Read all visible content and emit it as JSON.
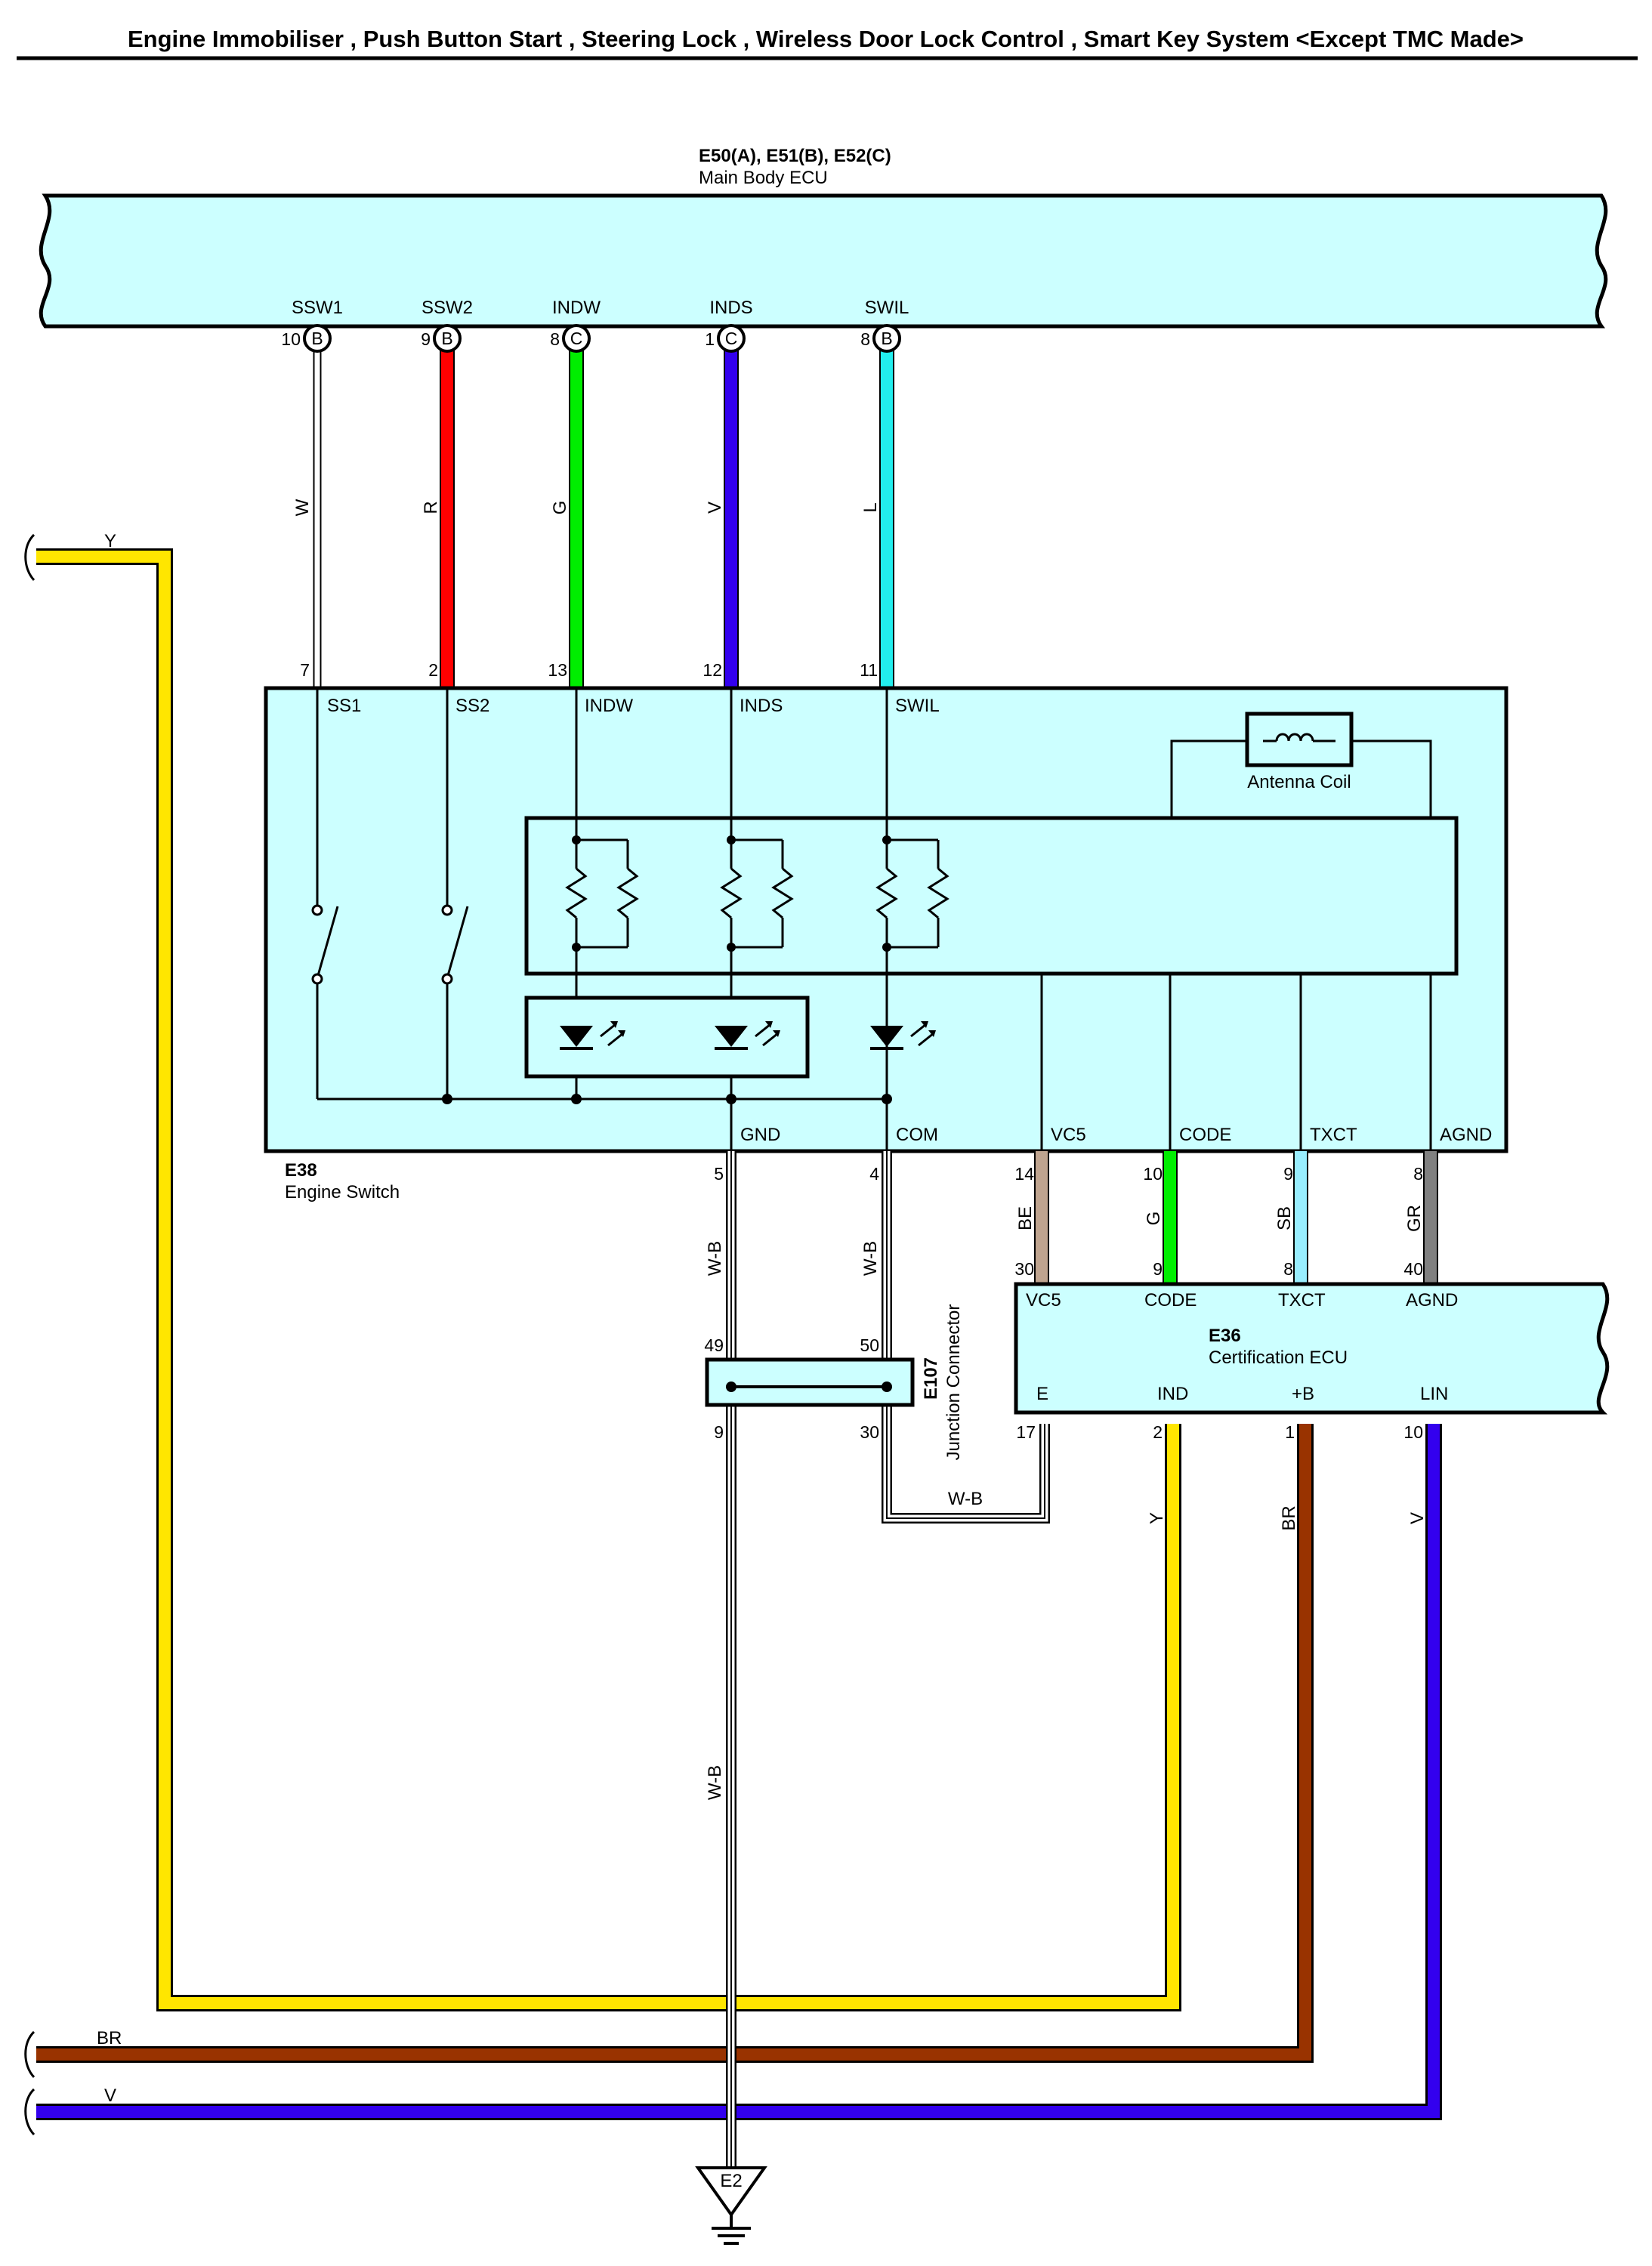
{
  "title": "Engine Immobiliser , Push Button Start , Steering Lock , Wireless Door Lock Control , Smart Key System <Except TMC Made>",
  "colors": {
    "component_fill": "#ccffff",
    "W": "#ffffff",
    "R": "#ff0000",
    "G": "#00ee00",
    "V": "#3300ee",
    "L": "#22eeee",
    "Y": "#ffe600",
    "BR": "#993300",
    "BE": "#bfa48f",
    "SB": "#99eeff",
    "GR": "#808080",
    "W-B": "#ffffff"
  },
  "main_body_ecu": {
    "connectors": "E50(A), E51(B), E52(C)",
    "name": "Main Body ECU",
    "pins": [
      {
        "name": "SSW1",
        "number": "10",
        "connector": "B",
        "wire": "W"
      },
      {
        "name": "SSW2",
        "number": "9",
        "connector": "B",
        "wire": "R"
      },
      {
        "name": "INDW",
        "number": "8",
        "connector": "C",
        "wire": "G"
      },
      {
        "name": "INDS",
        "number": "1",
        "connector": "C",
        "wire": "V"
      },
      {
        "name": "SWIL",
        "number": "8",
        "connector": "B",
        "wire": "L"
      }
    ]
  },
  "engine_switch": {
    "code": "E38",
    "name": "Engine Switch",
    "top_pins": [
      {
        "number": "7",
        "name": "SS1"
      },
      {
        "number": "2",
        "name": "SS2"
      },
      {
        "number": "13",
        "name": "INDW"
      },
      {
        "number": "12",
        "name": "INDS"
      },
      {
        "number": "11",
        "name": "SWIL"
      }
    ],
    "bottom_pins": [
      {
        "number": "5",
        "name": "GND",
        "wire": "W-B"
      },
      {
        "number": "4",
        "name": "COM",
        "wire": "W-B"
      },
      {
        "number": "14",
        "name": "VC5",
        "wire": "BE"
      },
      {
        "number": "10",
        "name": "CODE",
        "wire": "G"
      },
      {
        "number": "9",
        "name": "TXCT",
        "wire": "SB"
      },
      {
        "number": "8",
        "name": "AGND",
        "wire": "GR"
      }
    ],
    "antenna_label": "Antenna Coil"
  },
  "certification_ecu": {
    "code": "E36",
    "name": "Certification ECU",
    "top_pins": [
      {
        "number": "30",
        "name": "VC5"
      },
      {
        "number": "9",
        "name": "CODE"
      },
      {
        "number": "8",
        "name": "TXCT"
      },
      {
        "number": "40",
        "name": "AGND"
      }
    ],
    "bottom_pins": [
      {
        "number": "17",
        "name": "E"
      },
      {
        "number": "2",
        "name": "IND",
        "wire": "Y"
      },
      {
        "number": "1",
        "name": "+B",
        "wire": "BR"
      },
      {
        "number": "10",
        "name": "LIN",
        "wire": "V"
      }
    ]
  },
  "junction_connector": {
    "code": "E107",
    "name": "Junction Connector",
    "pins": [
      "49",
      "50",
      "9",
      "30"
    ]
  },
  "wire_labels": {
    "com_to_e": "W-B",
    "ground_drop": "W-B"
  },
  "external_wires": [
    {
      "label": "Y"
    },
    {
      "label": "BR"
    },
    {
      "label": "V"
    }
  ],
  "ground": {
    "code": "E2"
  }
}
